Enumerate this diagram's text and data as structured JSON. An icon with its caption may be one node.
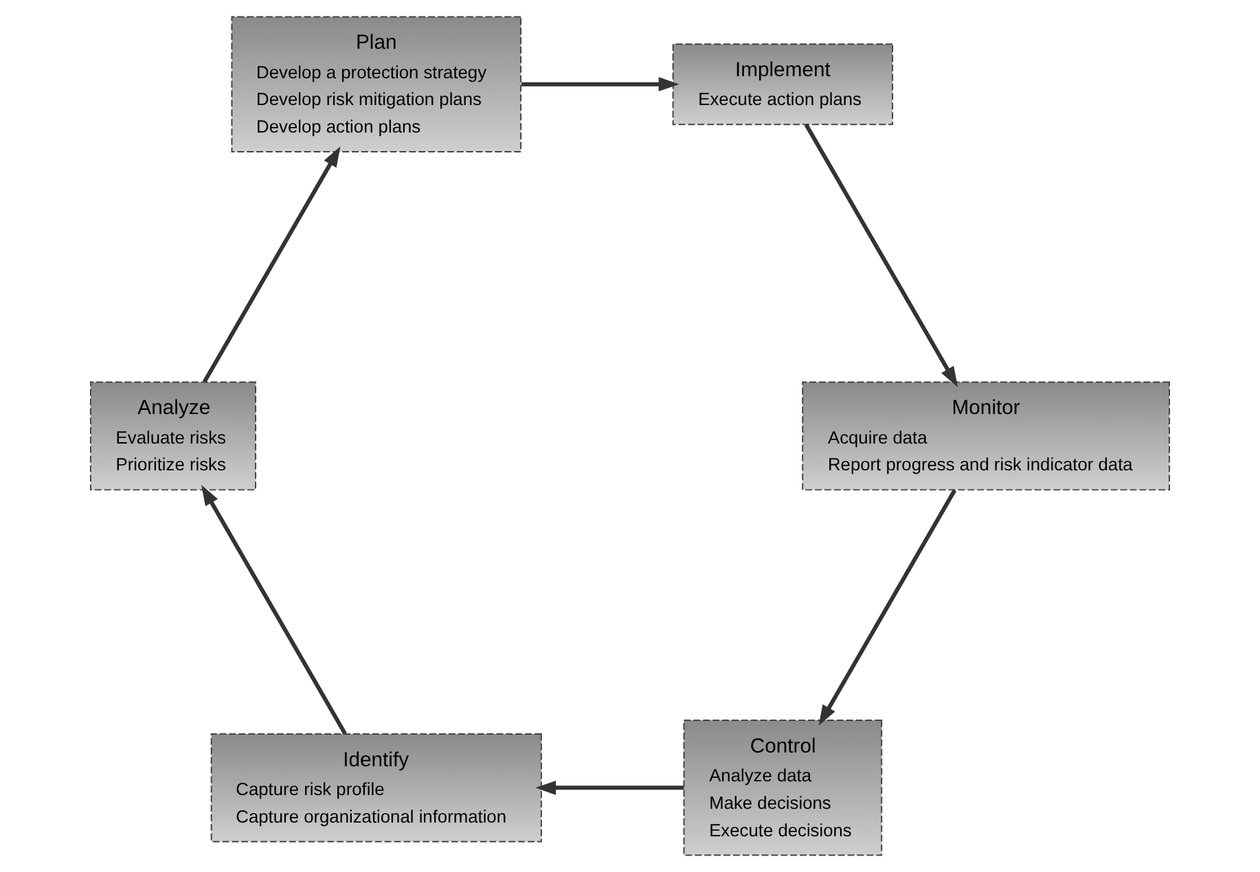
{
  "diagram": {
    "nodes": [
      {
        "text": [
          "Control",
          "Analyze data",
          "Make decisions",
          "Execute decisions"
        ]
      },
      {
        "text": [
          "Identify",
          "Capture risk profile",
          "Capture organizational information"
        ]
      },
      {
        "text": [
          "Analyze",
          "Evaluate risks",
          "Prioritize risks"
        ]
      },
      {
        "text": [
          "Plan",
          "Develop a protection strategy",
          "Develop risk mitigation plans",
          "Develop action plans"
        ]
      },
      {
        "text": [
          "Implement",
          "Execute action plans"
        ]
      },
      {
        "text": [
          "Monitor",
          "Acquire data",
          "Report progress and risk indicator data"
        ]
      }
    ],
    "edges": [
      {
        "from": 0,
        "to": 1,
        "arrow": "to"
      },
      {
        "from": 1,
        "to": 2,
        "arrow": "to"
      },
      {
        "from": 2,
        "to": 3,
        "arrow": "to"
      },
      {
        "from": 3,
        "to": 4,
        "arrow": "to"
      },
      {
        "from": 4,
        "to": 5,
        "arrow": "to"
      },
      {
        "from": 5,
        "to": 0,
        "arrow": "to"
      }
    ]
  }
}
